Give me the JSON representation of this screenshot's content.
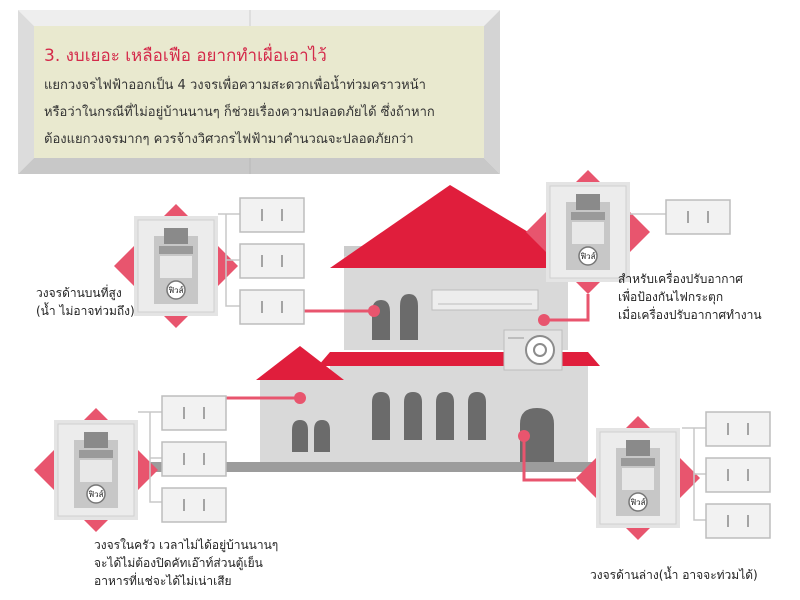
{
  "header": {
    "title": "3. งบเยอะ เหลือเฟือ อยากทำเผื่อเอาไว้",
    "lines": [
      "แยกวงจรไฟฟ้าออกเป็น 4 วงจรเพื่อความสะดวกเพื่อน้ำท่วมคราวหน้า",
      "หรือว่าในกรณีที่ไม่อยู่บ้านนานๆ ก็ช่วยเรื่องความปลอดภัยได้ ซึ่งถ้าหาก",
      "ต้องแยกวงจรมากๆ ควรจ้างวิศวกรไฟฟ้ามาคำนวณจะปลอดภัยกว่า"
    ]
  },
  "captions": {
    "upper_left": [
      "วงจรด้านบนที่สูง",
      "(น้ำ ไม่อาจท่วมถึง)"
    ],
    "aircon": [
      "สำหรับเครื่องปรับอากาศ",
      "เพื่อป้องกันไฟกระตุก",
      "เมื่อเครื่องปรับอากาศทำงาน"
    ],
    "kitchen": [
      "วงจรในครัว เวลาไม่ได้อยู่บ้านนานๆ",
      "จะได้ไม่ต้องปิดคัทเอ๊าท์ส่วนตู้เย็น",
      "อาหารที่แช่จะได้ไม่เน่าเสีย"
    ],
    "lower": [
      "วงจรด้านล่าง(น้ำ อาจจะท่วมได้)"
    ]
  },
  "fuse_label": "ฟิวส์",
  "colors": {
    "accent": "#e8556e",
    "roof": "#e01e3c",
    "wall": "#d9d9d9",
    "wall_dark": "#bfbfbf",
    "window": "#6b6b6b",
    "title_red": "#d42a4a",
    "frame_light": "#e4e4e4",
    "frame_dark": "#c9c9c9",
    "paper": "#e9e9cf"
  }
}
